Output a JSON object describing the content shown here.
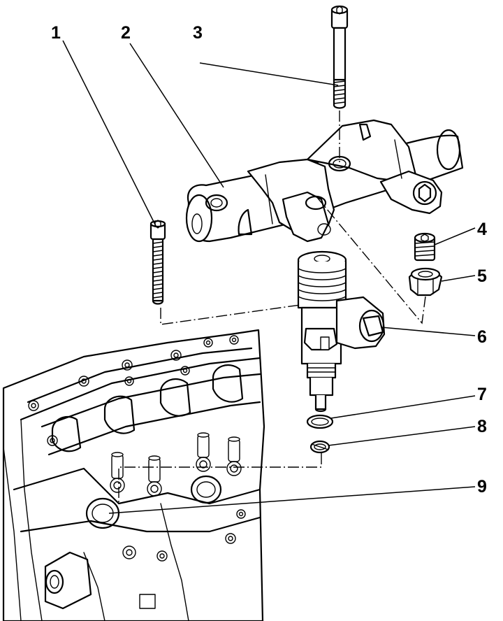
{
  "callouts": [
    {
      "id": "1",
      "label": "1"
    },
    {
      "id": "2",
      "label": "2"
    },
    {
      "id": "3",
      "label": "3"
    },
    {
      "id": "4",
      "label": "4"
    },
    {
      "id": "5",
      "label": "5"
    },
    {
      "id": "6",
      "label": "6"
    },
    {
      "id": "7",
      "label": "7"
    },
    {
      "id": "8",
      "label": "8"
    },
    {
      "id": "9",
      "label": "9"
    }
  ]
}
